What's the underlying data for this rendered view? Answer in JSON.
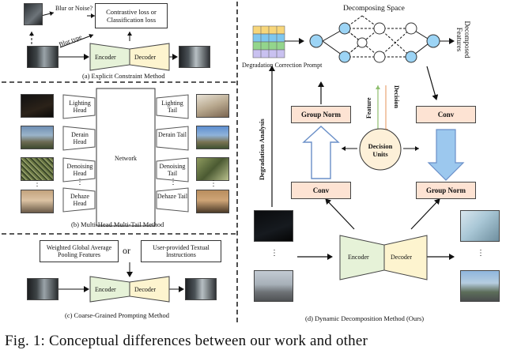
{
  "panel_a": {
    "blur_noise_q": "Blur or Noise?",
    "blur_type": "Blur type",
    "loss_box": "Contrastive loss or Classification loss",
    "encoder": "Encoder",
    "decoder": "Decoder",
    "caption": "(a) Explicit Constraint Method"
  },
  "panel_b": {
    "heads": [
      "Lighting Head",
      "Derain Head",
      "Denoising Head",
      "Dehaze Head"
    ],
    "tails": [
      "Lighting Tail",
      "Derain Tail",
      "Denoising Tail",
      "Dehaze Tail"
    ],
    "network": "Network",
    "dots": "⋮",
    "caption": "(b) Multi-Head Multi-Tail Method"
  },
  "panel_c": {
    "pool_box": "Weighted Global Average Pooling Features",
    "or": "or",
    "instr_box": "User-provided Textual Instructions",
    "encoder": "Encoder",
    "decoder": "Decoder",
    "caption": "(c) Coarse-Grained Prompting Method"
  },
  "panel_d": {
    "decomposing_space": "Decomposing Space",
    "decomposed_features": "Decomposed Features",
    "prompt_label": "Degradation Correction Prompt",
    "degradation_analysis": "Degradation Analysis",
    "feature": "Feature",
    "decision": "Decision",
    "group_norm_left": "Group Norm",
    "conv_right": "Conv",
    "decision_units": "Decision Units",
    "conv_left": "Conv",
    "group_norm_right": "Group Norm",
    "encoder": "Encoder",
    "decoder": "Decoder",
    "dots": "⋮",
    "caption": "(d) Dynamic Decomposition Method (Ours)"
  },
  "figure_caption": "Fig. 1: Conceptual differences between our work and other",
  "colors": {
    "encoder_fill": "#e6f2d8",
    "decoder_fill": "#fdf4cf",
    "orange_box": "#fde3d3",
    "circle_fill": "#9cd4f5",
    "arrow_blue": "#9cc8ee",
    "feature_arrow": "#a9d18e",
    "decision_arrow": "#f4c59f",
    "decision_units_fill": "#fdf0d8"
  }
}
